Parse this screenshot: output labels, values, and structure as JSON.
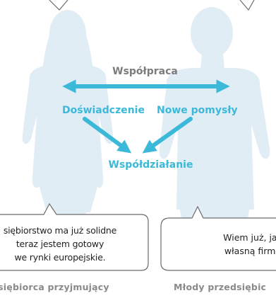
{
  "colors": {
    "accent": "#3cb9d8",
    "silhouette": "#e1edf5",
    "bubble_border": "#6b6b6b",
    "label_gray": "#7c7c7c"
  },
  "diagram": {
    "top_label": "Współpraca",
    "left_label": "Doświadczenie",
    "right_label": "Nowe pomysły",
    "bottom_label": "Współdziałanie"
  },
  "bubbles": {
    "left_lines": [
      "siębiorstwo ma już solidne",
      "teraz jestem gotowy",
      "we rynki europejskie."
    ],
    "right_lines": [
      "Wiem już, jak",
      "własną firmę"
    ]
  },
  "captions": {
    "left": "dsiębiorca przyjmujący",
    "right": "Młody przedsiębic"
  }
}
